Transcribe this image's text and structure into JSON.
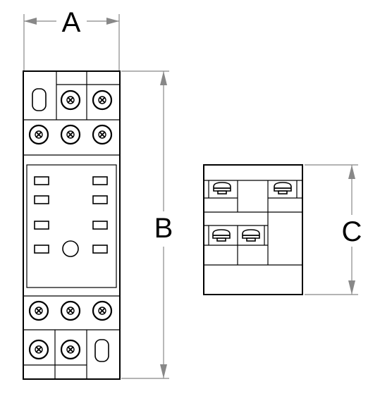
{
  "dimensions": {
    "a_label": "A",
    "b_label": "B",
    "c_label": "C"
  },
  "colors": {
    "line": "#000000",
    "dimension_line": "#888888",
    "background": "#ffffff"
  }
}
